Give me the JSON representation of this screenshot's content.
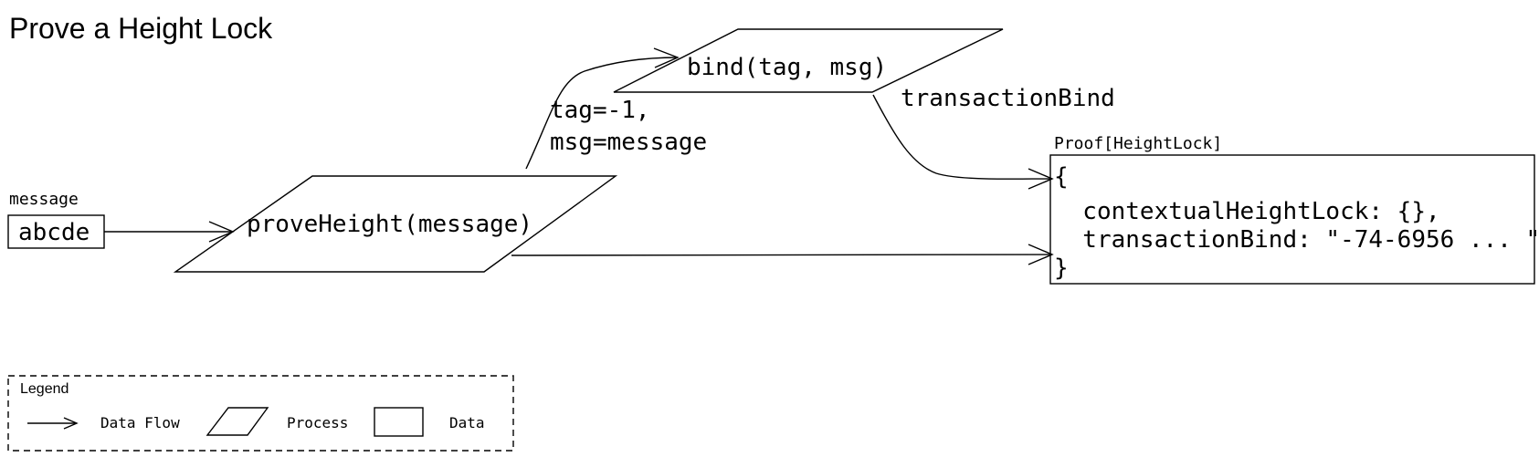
{
  "title": "Prove a Height Lock",
  "nodes": {
    "message_label": "message",
    "message_value": "abcde",
    "prove_height": "proveHeight(message)",
    "bind": "bind(tag, msg)",
    "proof_label": "Proof[HeightLock]",
    "proof_lines": [
      "{",
      "  contextualHeightLock: {},",
      "  transactionBind: \"-74-6956 ... \"",
      "}"
    ]
  },
  "edges": {
    "tag_label": [
      "tag=-1,",
      "msg=message"
    ],
    "transaction_bind_label": "transactionBind"
  },
  "legend": {
    "title": "Legend",
    "data_flow": "Data Flow",
    "process": "Process",
    "data": "Data"
  }
}
